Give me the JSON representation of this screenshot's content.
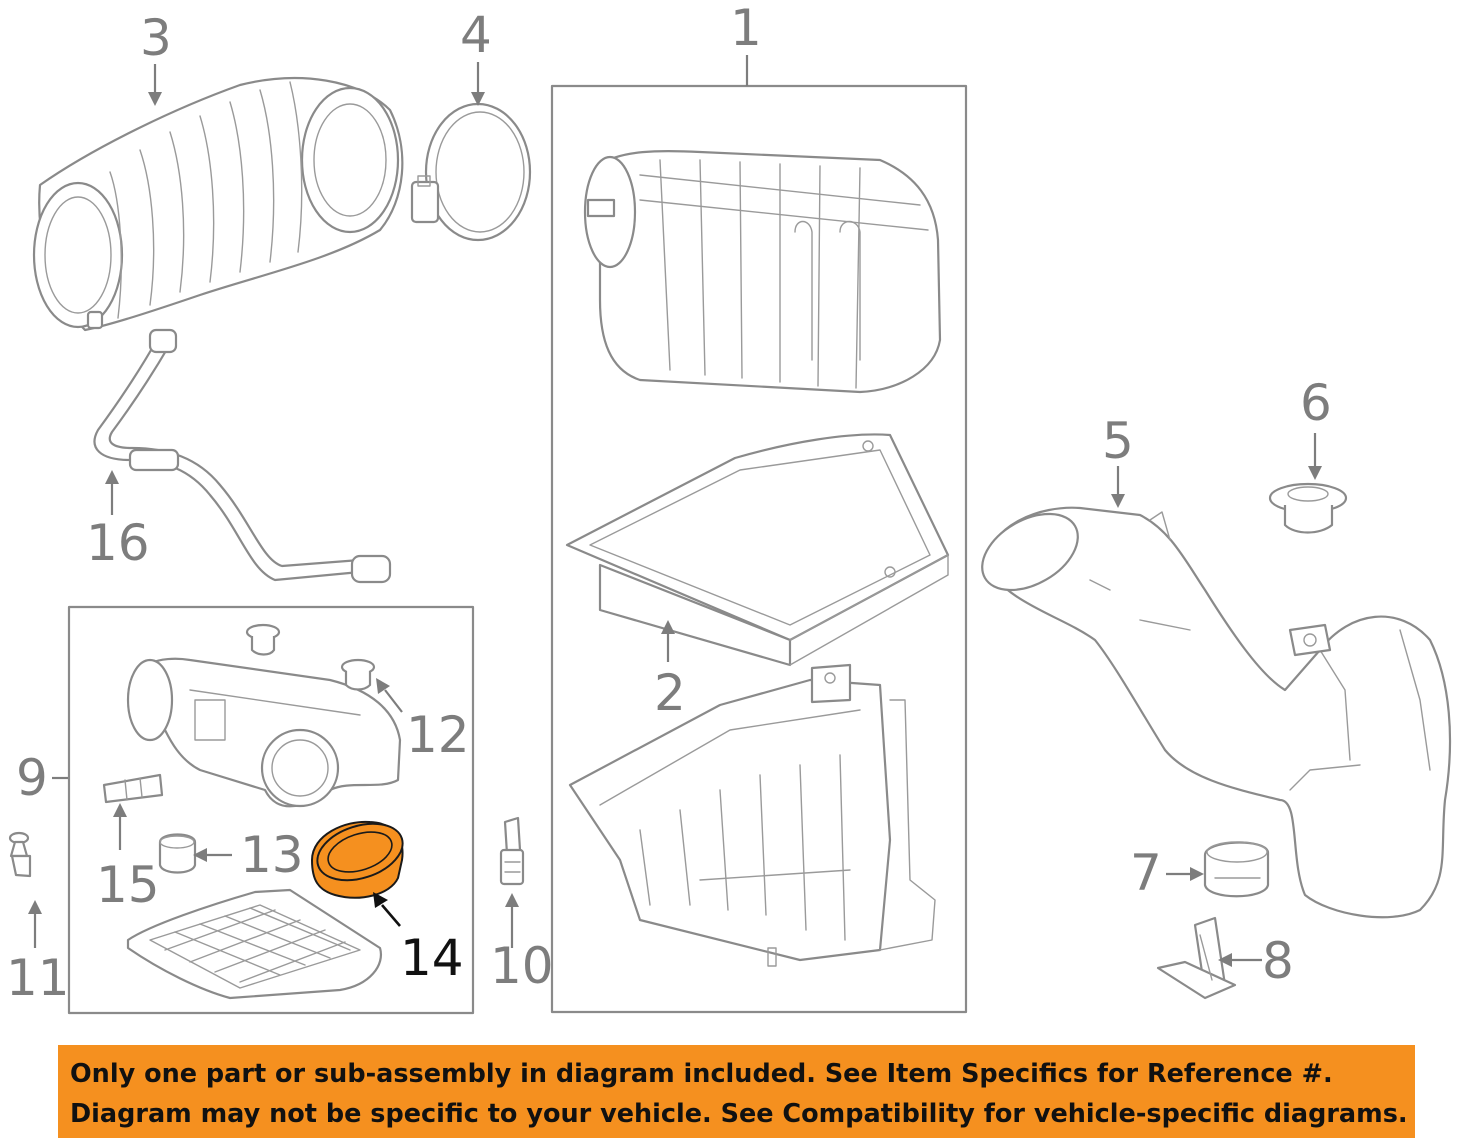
{
  "callouts": {
    "c1": "1",
    "c2": "2",
    "c3": "3",
    "c4": "4",
    "c5": "5",
    "c6": "6",
    "c7": "7",
    "c8": "8",
    "c9": "9",
    "c10": "10",
    "c11": "11",
    "c12": "12",
    "c13": "13",
    "c14": "14",
    "c15": "15",
    "c16": "16"
  },
  "highlight": {
    "part": "14",
    "color": "#f5901f"
  },
  "colors": {
    "line_art": "#8a8a8a",
    "banner": "#f5901f",
    "banner_text": "#111111"
  },
  "disclaimer": {
    "line1": "Only one part or sub-assembly in diagram included. See Item Specifics for Reference #.",
    "line2": "Diagram may not be specific to your vehicle. See Compatibility for vehicle-specific diagrams."
  }
}
